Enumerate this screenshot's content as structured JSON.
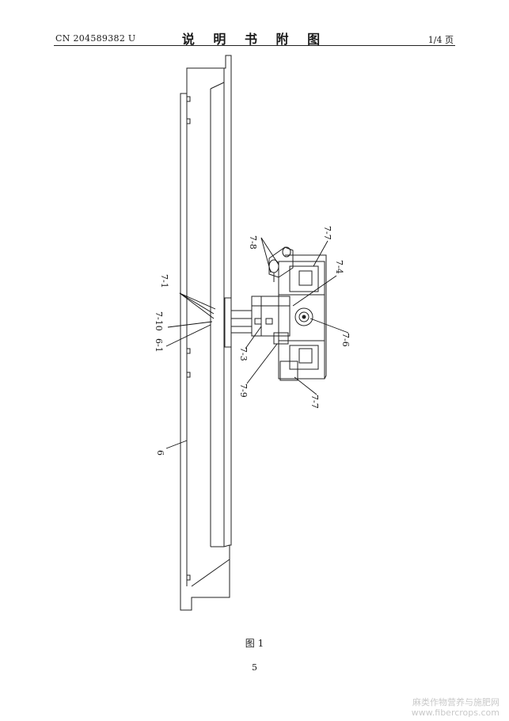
{
  "header": {
    "patent_number": "CN 204589382 U",
    "title": "说 明 书 附 图",
    "page_of": "1/4 页"
  },
  "figure": {
    "caption": "图 1",
    "labels": {
      "l_7_8": "7-8",
      "l_7_7_top": "7-7",
      "l_7_4": "7-4",
      "l_7_1": "7-1",
      "l_7_10": "7-10",
      "l_6_1": "6-1",
      "l_7_6": "7-6",
      "l_7_3": "7-3",
      "l_7_9": "7-9",
      "l_7_7_bottom": "7-7",
      "l_6": "6"
    }
  },
  "footer": {
    "page_number": "5"
  },
  "watermark": {
    "line1": "麻类作物营养与施肥网",
    "line2": "www.fibercrops.com"
  }
}
